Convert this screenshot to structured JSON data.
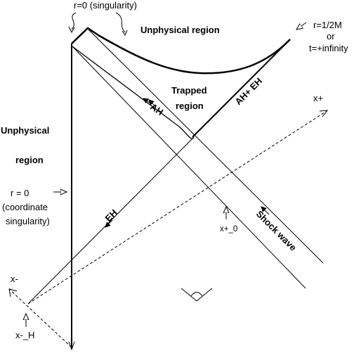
{
  "labels": {
    "singularity_top": "r=0 (singularity)",
    "unphysical_top": "Unphysical  region",
    "r_half_m": "r=1/2M",
    "or": "or",
    "t_infinity": "t=+infinity",
    "trapped_1": "Trapped",
    "trapped_2": "region",
    "ah_eh": "AH+ EH",
    "ah": "AH",
    "x_plus": "x+",
    "unphysical_left_1": "Unphysical",
    "unphysical_left_2": "region",
    "r0": "r = 0",
    "coordinate": "(coordinate",
    "singularity": "singularity)",
    "eh": "EH",
    "x_plus_0": "x+_0",
    "shock_wave": "Shock  wave",
    "x_minus": "x-",
    "x_minus_h": "x-_H"
  }
}
